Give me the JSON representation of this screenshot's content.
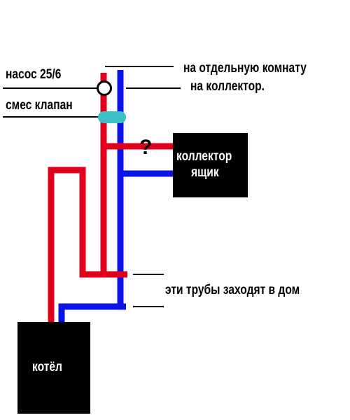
{
  "labels": {
    "pump": "насос 25/6",
    "mixing_valve": "смес клапан",
    "separate_room": "на отдельную комнату",
    "to_collector": "на коллектор.",
    "pipes_enter_house": "эти трубы заходят в дом",
    "question_mark": "?"
  },
  "boxes": {
    "collector_box_line1": "коллектор",
    "collector_box_line2": "ящик",
    "boiler": "котёл"
  },
  "colors": {
    "supply": "#e0001b",
    "return": "#0a14e8",
    "valve": "#3cc2c4",
    "box": "#000000",
    "leader_line": "#000000"
  }
}
